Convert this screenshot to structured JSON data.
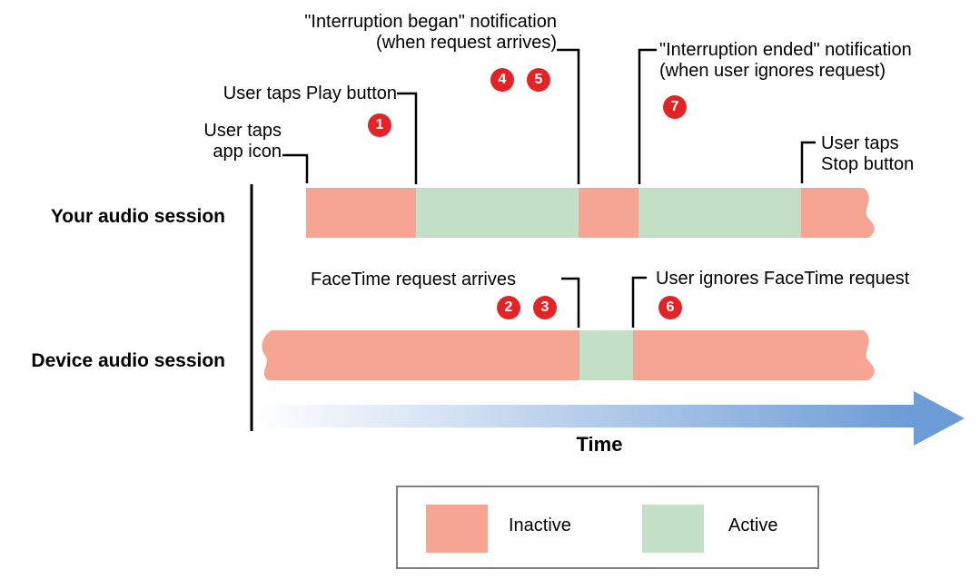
{
  "colors": {
    "inactive": "#F5A592",
    "active": "#C3E0C6",
    "marker": "#E32426",
    "arrow_start": "#FFFFFF",
    "arrow_end": "#6B9CD6",
    "legend_border": "#7F7F7F"
  },
  "annotations": {
    "interruption_began": {
      "line1": "\"Interruption began\" notification",
      "line2": "(when request arrives)"
    },
    "interruption_ended": {
      "line1": "\"Interruption ended\" notification",
      "line2": "(when user ignores request)"
    },
    "user_taps_play": "User taps Play button",
    "user_taps_app_icon": {
      "line1": "User taps",
      "line2": "app icon"
    },
    "user_taps_stop": {
      "line1": "User taps",
      "line2": "Stop button"
    },
    "facetime_request_arrives": "FaceTime request arrives",
    "user_ignores_facetime": "User ignores FaceTime request"
  },
  "rows": {
    "your": "Your audio session",
    "device": "Device audio session"
  },
  "sessions": [
    {
      "name": "Your audio session",
      "segments": [
        "Inactive",
        "Active",
        "Inactive",
        "Active",
        "Inactive"
      ]
    },
    {
      "name": "Device audio session",
      "segments": [
        "Inactive",
        "Active",
        "Inactive"
      ]
    }
  ],
  "markers": {
    "m1": "1",
    "m2": "2",
    "m3": "3",
    "m4": "4",
    "m5": "5",
    "m6": "6",
    "m7": "7"
  },
  "axis": {
    "time_label": "Time"
  },
  "legend": {
    "inactive_label": "Inactive",
    "active_label": "Active"
  }
}
